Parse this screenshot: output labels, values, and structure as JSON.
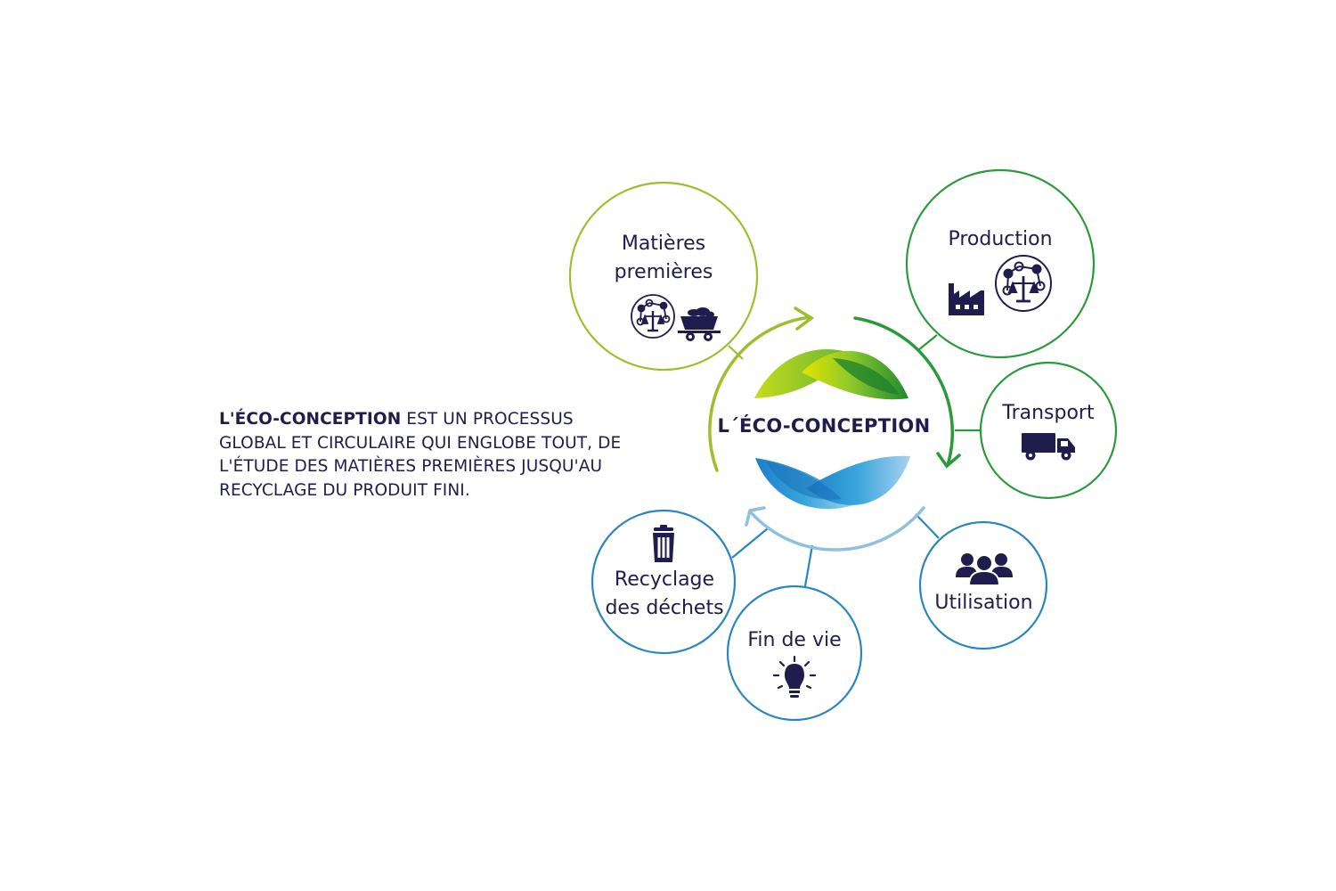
{
  "intro": {
    "highlight": "L'ÉCO-CONCEPTION",
    "rest_line1": " EST UN PROCESSUS",
    "line2": "GLOBAL ET CIRCULAIRE QUI ENGLOBE TOUT, DE",
    "line3": "L'ÉTUDE DES MATIÈRES PREMIÈRES JUSQU'AU",
    "line4": "RECYCLAGE DU PRODUIT FINI."
  },
  "center": {
    "title": "L´ÉCO-CONCEPTION"
  },
  "nodes": {
    "matieres": {
      "line1": "Matières",
      "line2": "premières",
      "icons": [
        "network-scale-icon",
        "mine-cart-icon"
      ]
    },
    "production": {
      "label": "Production",
      "icons": [
        "factory-icon",
        "network-scale-icon"
      ]
    },
    "transport": {
      "label": "Transport",
      "icons": [
        "truck-icon"
      ]
    },
    "utilisation": {
      "label": "Utilisation",
      "icons": [
        "users-icon"
      ]
    },
    "fin_de_vie": {
      "label": "Fin de vie",
      "icons": [
        "lightbulb-icon"
      ]
    },
    "recyclage": {
      "line1": "Recyclage",
      "line2": "des déchets",
      "icons": [
        "trash-icon"
      ]
    }
  },
  "colors": {
    "text": "#1f1d4e",
    "lime": "#9cbf2c",
    "green": "#2a9a3a",
    "blue": "#2a86c0",
    "light_blue": "#8fbfe3"
  }
}
